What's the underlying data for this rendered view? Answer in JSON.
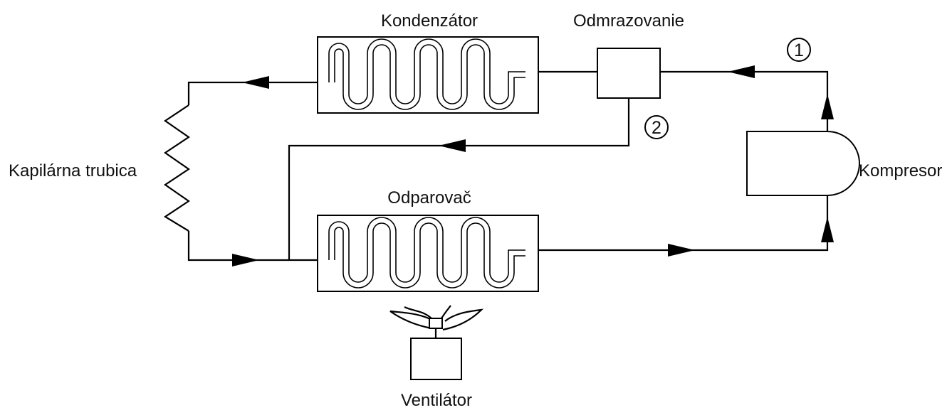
{
  "labels": {
    "condenser": "Kondenzátor",
    "defrost": "Odmrazovanie",
    "capillary": "Kapilárna trubica",
    "evaporator": "Odparovač",
    "compressor": "Kompresor",
    "fan": "Ventilátor",
    "path1": "1",
    "path2": "2"
  }
}
